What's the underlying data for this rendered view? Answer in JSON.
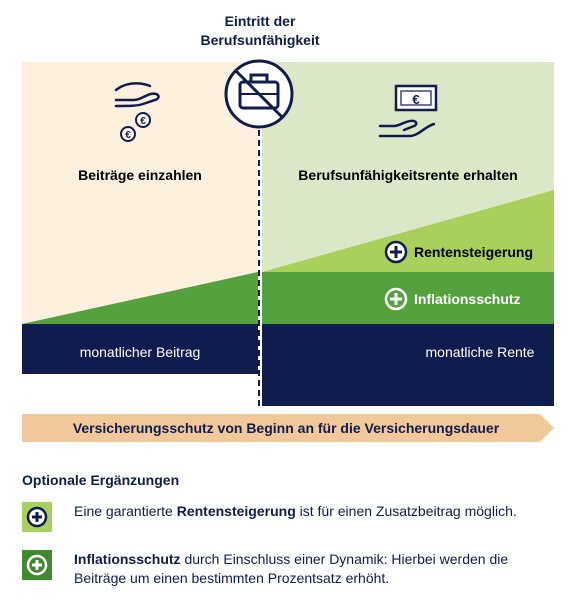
{
  "header": {
    "title_line1": "Eintritt der",
    "title_line2": "Berufsunfähigkeit"
  },
  "left_phase": {
    "label": "Beiträge einzahlen",
    "bar_label": "monatlicher Beitrag"
  },
  "right_phase": {
    "label": "Berufsunfähigkeitsrente erhalten",
    "bar_label": "monatliche Rente",
    "badges": [
      {
        "label": "Rentensteigerung"
      },
      {
        "label": "Inflationsschutz"
      }
    ]
  },
  "currency_symbol": "€",
  "arrow_label": "Versicherungsschutz von Beginn an für die Versicherungsdauer",
  "options": {
    "title": "Optionale Ergänzungen",
    "items": [
      {
        "pre": "Eine garantierte ",
        "bold": "Rentensteigerung",
        "post": " ist für einen Zusatzbeitrag möglich."
      },
      {
        "pre": "",
        "bold": "Inflationsschutz",
        "post": " durch Einschluss einer Dynamik: Hierbei werden die Beiträge um einen bestimmten Prozentsatz erhöht."
      }
    ]
  },
  "colors": {
    "navy": "#0f1c4d",
    "beige": "#fdf0de",
    "light_green_bg": "#dbe8c8",
    "lime": "#a9d05a",
    "green": "#54a13e",
    "arrow": "#f1c89a",
    "dark_green": "#3e8a2d"
  },
  "icons": [
    "hand-coins-icon",
    "euro-coin-icon",
    "no-briefcase-icon",
    "banknote-hand-icon",
    "plus-circle-icon"
  ]
}
